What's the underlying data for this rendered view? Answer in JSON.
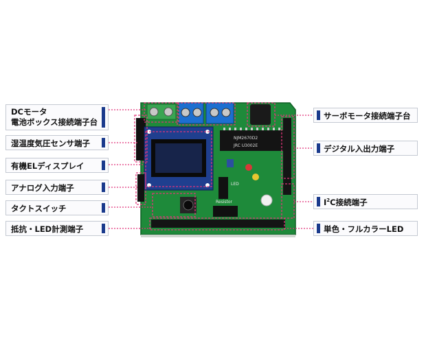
{
  "labels_left": [
    {
      "id": "dc-motor",
      "line1": "DCモータ",
      "line2": "電池ボックス接続端子台"
    },
    {
      "id": "temp-humidity",
      "text": "湿温度気圧センサ端子"
    },
    {
      "id": "oled",
      "text": "有機ELディスプレイ"
    },
    {
      "id": "analog",
      "text": "アナログ入力端子"
    },
    {
      "id": "tact",
      "text": "タクトスイッチ"
    },
    {
      "id": "resistor-led",
      "text": "抵抗・LED計測端子"
    }
  ],
  "labels_right": [
    {
      "id": "servo",
      "text": "サーボモータ接続端子台"
    },
    {
      "id": "digital",
      "text": "デジタル入出力端子"
    },
    {
      "id": "i2c",
      "pre": "I",
      "sup": "2",
      "post": "C接続端子"
    },
    {
      "id": "rgb-led",
      "text": "単色・フルカラーLED"
    }
  ],
  "board_text": {
    "chip1": "NJM2670D2",
    "chip2": "JRC   U3002E",
    "resistor": "Resistor",
    "led": "LED"
  },
  "colors": {
    "pcb": "#1e8a3a",
    "callout": "#e0357a",
    "tab": "#1a3a8c",
    "terminal_blue": "#1d6fd0"
  }
}
